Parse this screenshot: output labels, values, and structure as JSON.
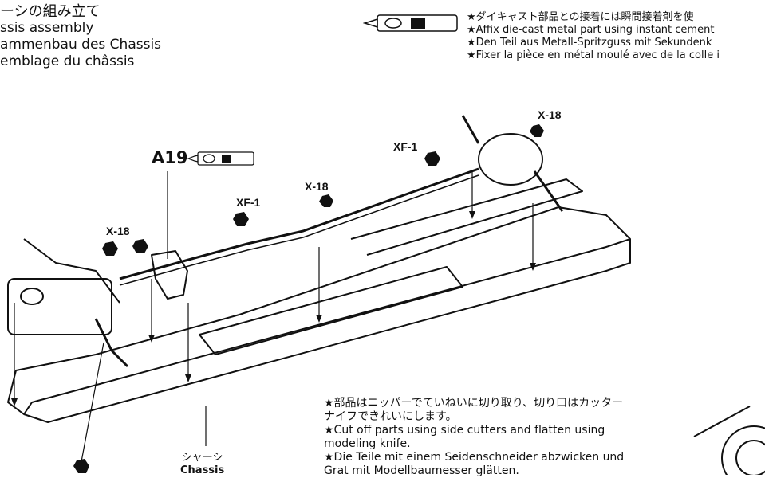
{
  "title": {
    "jp": "ーシの組み立て",
    "en": "ssis assembly",
    "de": "ammenbau des Chassis",
    "fr": "emblage du châssis"
  },
  "cement_note": {
    "jp": "★ダイキャスト部品との接着には瞬間接着剤を使",
    "en": "★Affix die-cast metal part using instant cement",
    "de": "★Den Teil aus Metall-Spritzguss mit Sekundenk",
    "fr": "★Fixer la pièce en métal moulé avec de la colle i"
  },
  "parts": {
    "a19": "A19",
    "x18_top": "X-18",
    "xf1_upper": "XF-1",
    "x18_mid": "X-18",
    "xf1_mid": "XF-1",
    "x18_left": "X-18"
  },
  "cutting_note": {
    "jp1": "★部品はニッパーでていねいに切り取り、切り口はカッター",
    "jp2": "ナイフできれいにします。",
    "en1": "★Cut off parts using side cutters and flatten using",
    "en2": "modeling knife.",
    "de1": "★Die Teile mit einem Seidenschneider abzwicken und",
    "de2": "Grat mit Modellbaumesser glätten."
  },
  "chassis_label": {
    "jp": "シャーシ",
    "en": "Chassis"
  }
}
